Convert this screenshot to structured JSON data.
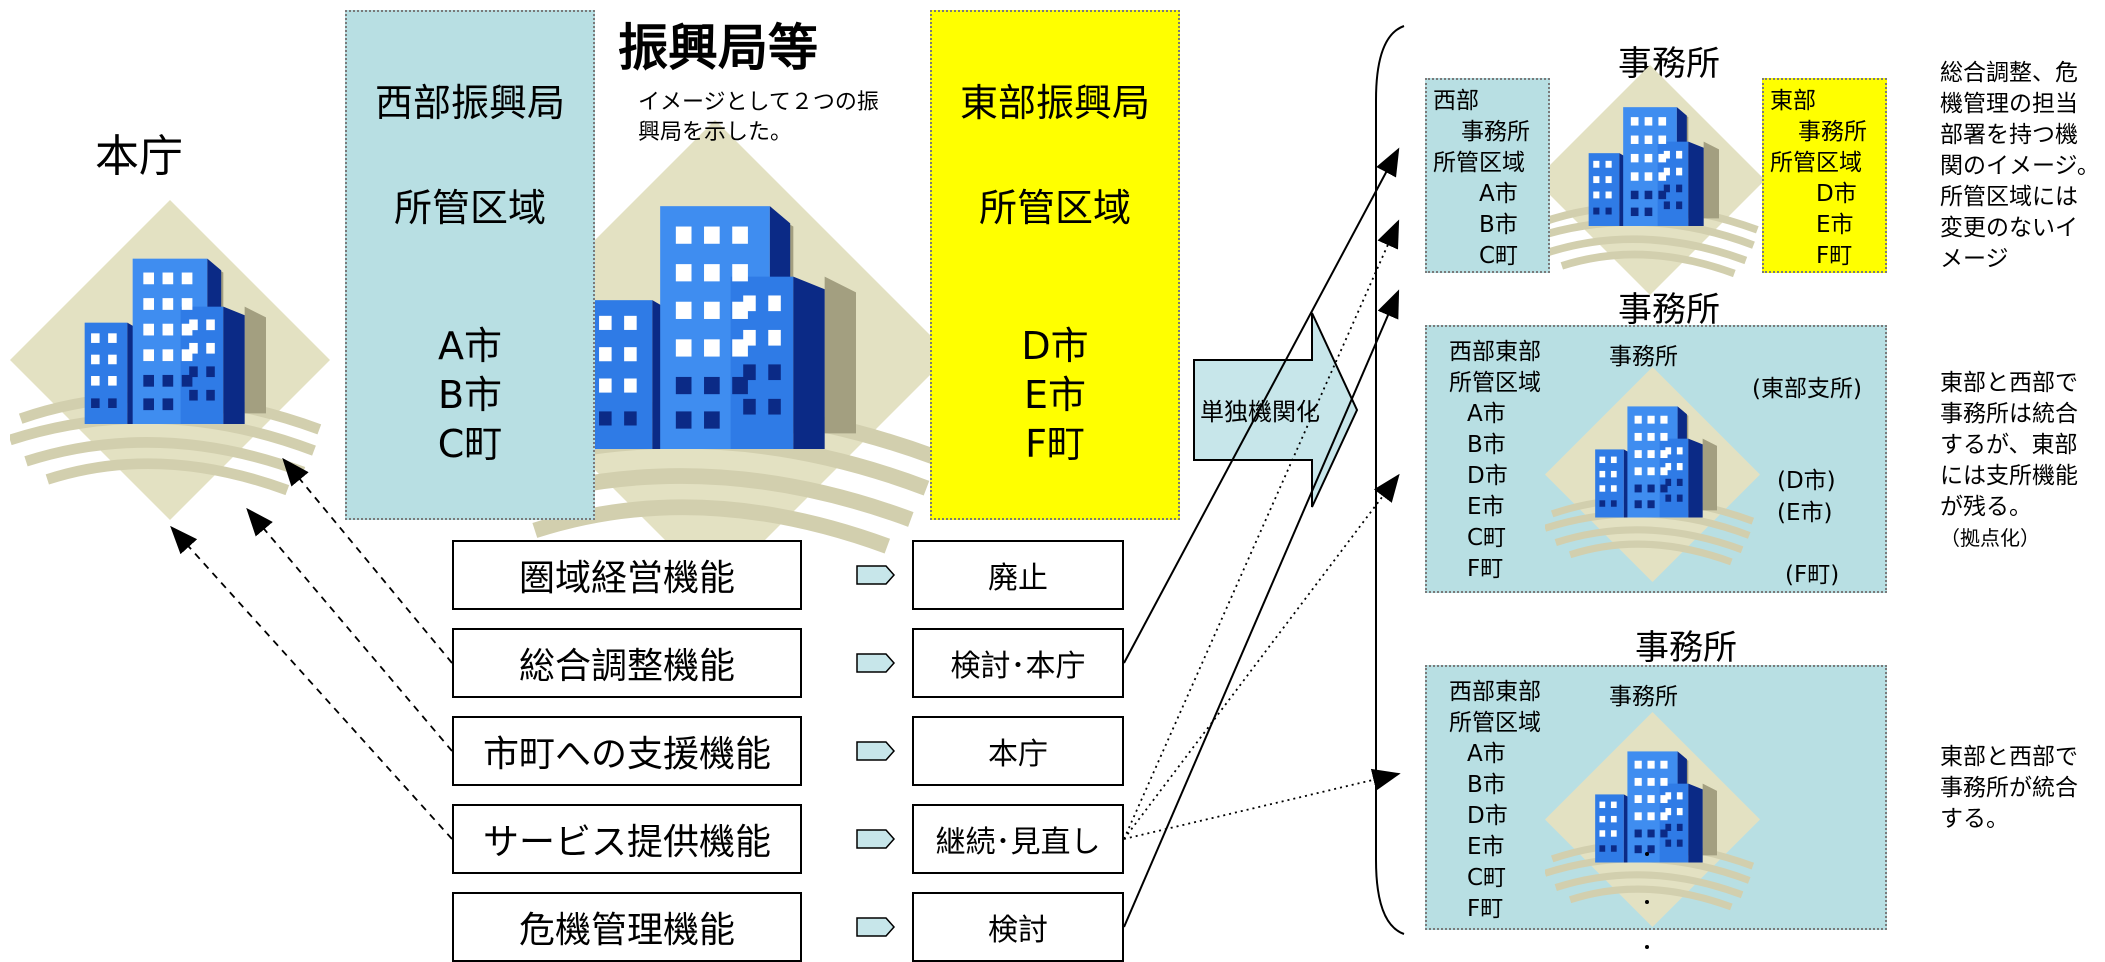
{
  "honcho": {
    "title": "本庁"
  },
  "shinkokyoku": {
    "title": "振興局等",
    "note_line1": "イメージとして２つの振",
    "note_line2": "興局を示した。",
    "west": {
      "title": "西部振興局",
      "area_label": "所管区域",
      "items": [
        "A市",
        "B市",
        "C町"
      ]
    },
    "east": {
      "title": "東部振興局",
      "area_label": "所管区域",
      "items": [
        "D市",
        "E市",
        "F町"
      ]
    }
  },
  "functions": [
    {
      "name": "圏域経営機能",
      "result": "廃止"
    },
    {
      "name": "総合調整機能",
      "result": "検討･本庁"
    },
    {
      "name": "市町への支援機能",
      "result": "本庁"
    },
    {
      "name": "サービス提供機能",
      "result": "継続･見直し"
    },
    {
      "name": "危機管理機能",
      "result": "検討"
    }
  ],
  "big_arrow": {
    "label": "単独機関化"
  },
  "options": [
    {
      "title": "事務所",
      "west": {
        "lines": [
          "西部",
          "事務所",
          "所管区域",
          "A市",
          "B市",
          "C町"
        ]
      },
      "east": {
        "lines": [
          "東部",
          "事務所",
          "所管区域",
          "D市",
          "E市",
          "F町"
        ]
      },
      "note": [
        "総合調整、危",
        "機管理の担当",
        "部署を持つ機",
        "関のイメージ。",
        "所管区域には",
        "変更のないイ",
        "メージ"
      ]
    },
    {
      "title": "事務所",
      "area_header": [
        "西部東部",
        "所管区域"
      ],
      "office_label": "事務所",
      "branch_label": "(東部支所)",
      "area_items": [
        "A市",
        "B市",
        "D市",
        "E市",
        "C町",
        "F町"
      ],
      "paren_items": [
        "(D市)",
        "(E市)",
        "(F町)"
      ],
      "note": [
        "東部と西部で",
        "事務所は統合",
        "するが、東部",
        "には支所機能",
        "が残る。",
        "（拠点化）"
      ]
    },
    {
      "title": "事務所",
      "area_header": [
        "西部東部",
        "所管区域"
      ],
      "office_label": "事務所",
      "area_items": [
        "A市",
        "B市",
        "D市",
        "E市",
        "C町",
        "F町"
      ],
      "note": [
        "東部と西部で",
        "事務所が統合",
        "する。"
      ]
    }
  ],
  "colors": {
    "teal": "#b8dfe3",
    "yellow": "#ffff00",
    "building_blue": "#2a6de0",
    "diamond": "#e3e1c2"
  },
  "icons": [
    "office-building-icon"
  ]
}
